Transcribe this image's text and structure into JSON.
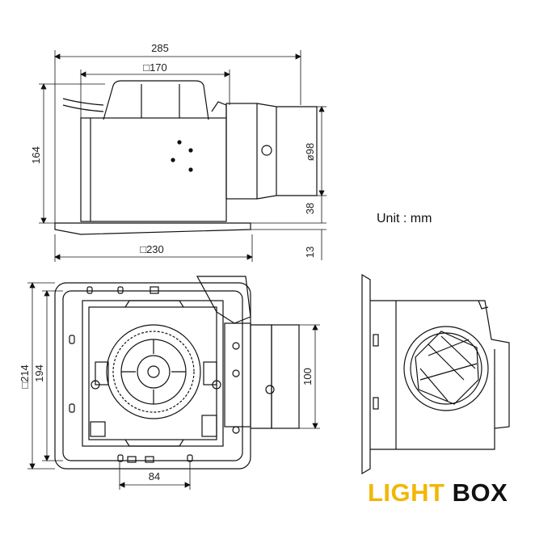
{
  "dimensions": {
    "overall_width": "285",
    "motor_housing": "□170",
    "body_width": "□230",
    "height": "164",
    "duct_diameter": "ø98",
    "duct_offset": "38",
    "flange_thickness": "13",
    "frame_outer": "□214",
    "frame_inner": "194",
    "duct_length": "100",
    "slot_spacing": "84"
  },
  "unit_label": "Unit : mm",
  "logo": {
    "part1": "LIGHT",
    "part2": "BOX",
    "color_light": "#f2b705",
    "color_box": "#111111"
  }
}
